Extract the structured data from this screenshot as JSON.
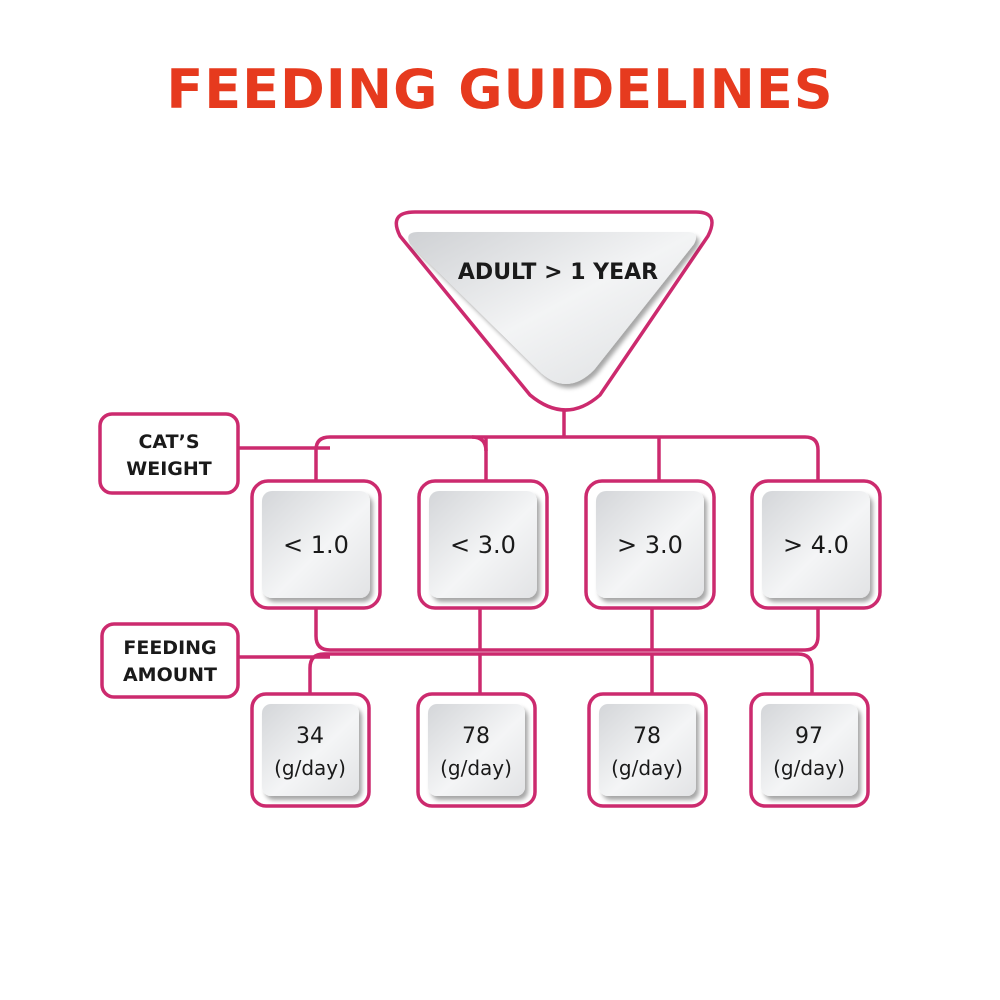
{
  "title": "FEEDING GUIDELINES",
  "root": {
    "label": "ADULT > 1 YEAR"
  },
  "row_labels": {
    "weight": {
      "line1": "CAT’S",
      "line2": "WEIGHT"
    },
    "amount": {
      "line1": "FEEDING",
      "line2": "AMOUNT"
    }
  },
  "weights": [
    "< 1.0",
    "< 3.0",
    "> 3.0",
    "> 4.0"
  ],
  "amounts": [
    {
      "value": "34",
      "unit": "(g/day)"
    },
    {
      "value": "78",
      "unit": "(g/day)"
    },
    {
      "value": "78",
      "unit": "(g/day)"
    },
    {
      "value": "97",
      "unit": "(g/day)"
    }
  ],
  "colors": {
    "title": "#e63a1e",
    "border": "#cc2a6e",
    "box_fill_light": "#f7f7f8",
    "box_fill_dark": "#cfd1d4",
    "text": "#1a1a1a"
  }
}
